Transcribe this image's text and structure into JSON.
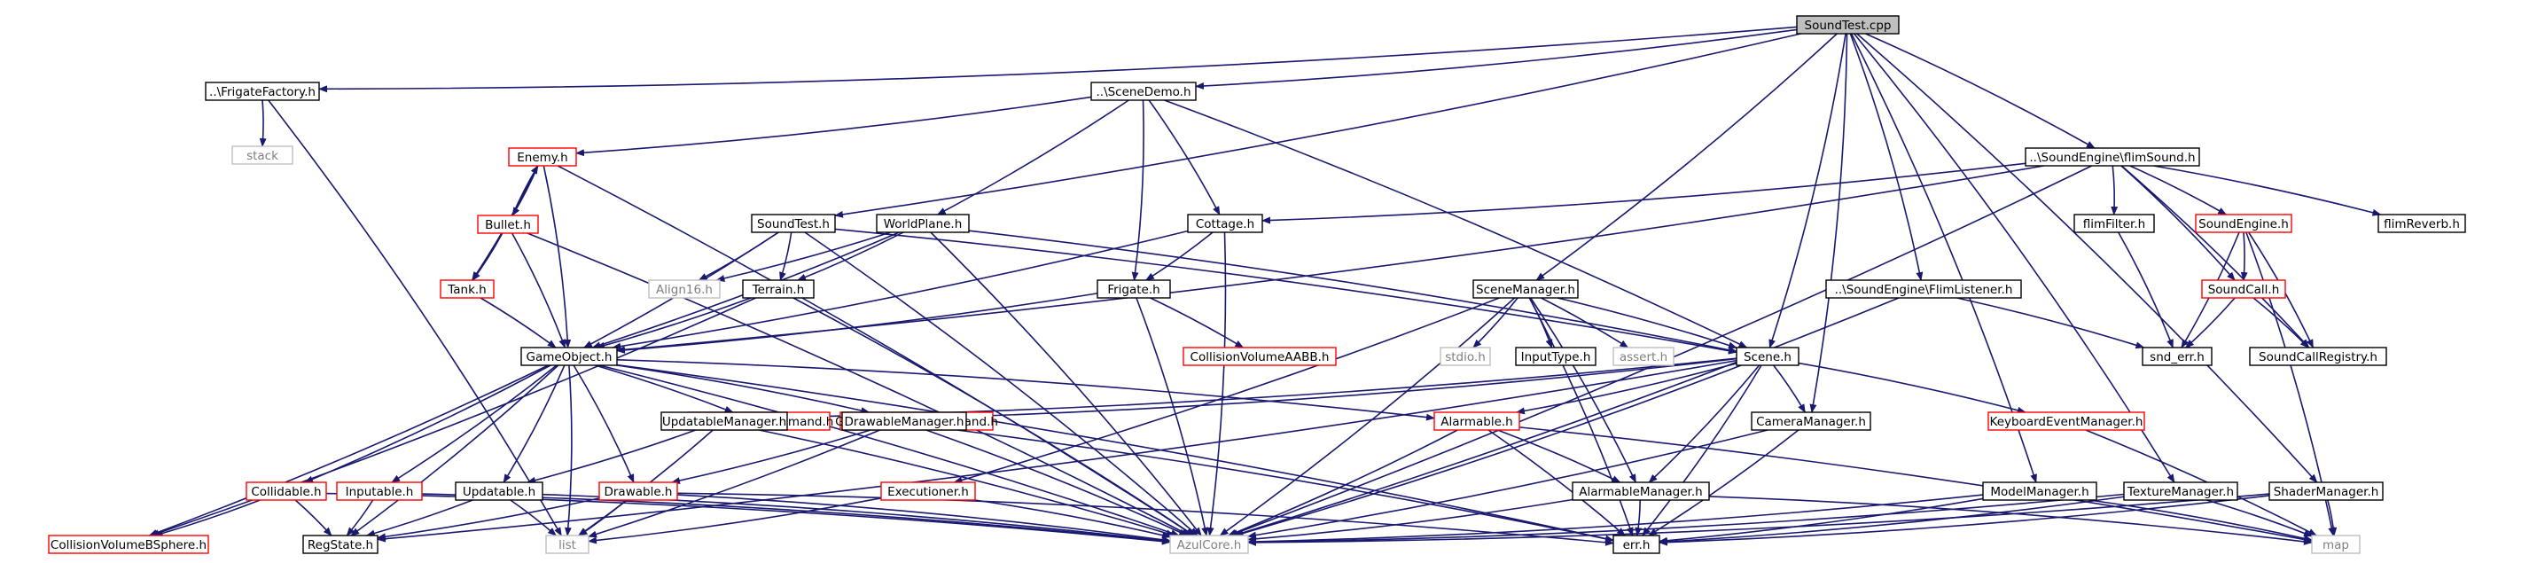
{
  "diagram": {
    "title": "",
    "colors": {
      "edge": "#191970",
      "root_fill": "#bfbfbf",
      "default_border": "#000000",
      "missing_border": "#ff0000",
      "system_border": "#bfbfbf",
      "system_text": "#7f7f7f",
      "node_fill": "#ffffff",
      "text": "#000000"
    },
    "nodes": [
      {
        "id": "soundtest_cpp",
        "label": "SoundTest.cpp",
        "kind": "root"
      },
      {
        "id": "frigatefactory",
        "label": "..\\FrigateFactory.h",
        "kind": "normal"
      },
      {
        "id": "stack",
        "label": "stack",
        "kind": "system"
      },
      {
        "id": "scenedemo",
        "label": "..\\SceneDemo.h",
        "kind": "normal"
      },
      {
        "id": "enemy",
        "label": "Enemy.h",
        "kind": "missing"
      },
      {
        "id": "bullet",
        "label": "Bullet.h",
        "kind": "missing"
      },
      {
        "id": "tank",
        "label": "Tank.h",
        "kind": "missing"
      },
      {
        "id": "soundtest_h",
        "label": "SoundTest.h",
        "kind": "normal"
      },
      {
        "id": "worldplane",
        "label": "WorldPlane.h",
        "kind": "normal"
      },
      {
        "id": "cottage",
        "label": "Cottage.h",
        "kind": "normal"
      },
      {
        "id": "align16",
        "label": "Align16.h",
        "kind": "system"
      },
      {
        "id": "terrain",
        "label": "Terrain.h",
        "kind": "normal"
      },
      {
        "id": "frigate",
        "label": "Frigate.h",
        "kind": "normal"
      },
      {
        "id": "collisionaabb",
        "label": "CollisionVolumeAABB.h",
        "kind": "missing"
      },
      {
        "id": "gameobject",
        "label": "GameObject.h",
        "kind": "normal"
      },
      {
        "id": "gameobjreg",
        "label": "GameobjRegCommand.h",
        "kind": "missing"
      },
      {
        "id": "gameobjdereg",
        "label": "GameobjDeregCommand.h",
        "kind": "missing"
      },
      {
        "id": "scenemanager",
        "label": "SceneManager.h",
        "kind": "normal"
      },
      {
        "id": "stdio",
        "label": "stdio.h",
        "kind": "system"
      },
      {
        "id": "inputtype",
        "label": "InputType.h",
        "kind": "normal"
      },
      {
        "id": "assert",
        "label": "assert.h",
        "kind": "system"
      },
      {
        "id": "scene",
        "label": "Scene.h",
        "kind": "normal"
      },
      {
        "id": "flimlistener",
        "label": "..\\SoundEngine\\FlimListener.h",
        "kind": "normal"
      },
      {
        "id": "flimsound",
        "label": "..\\SoundEngine\\flimSound.h",
        "kind": "normal"
      },
      {
        "id": "flimfilter",
        "label": "flimFilter.h",
        "kind": "normal"
      },
      {
        "id": "soundengine",
        "label": "SoundEngine.h",
        "kind": "missing"
      },
      {
        "id": "flimreverb",
        "label": "flimReverb.h",
        "kind": "normal"
      },
      {
        "id": "soundcall",
        "label": "SoundCall.h",
        "kind": "missing"
      },
      {
        "id": "snd_err",
        "label": "snd_err.h",
        "kind": "normal"
      },
      {
        "id": "soundcallregistry",
        "label": "SoundCallRegistry.h",
        "kind": "normal"
      },
      {
        "id": "keyboardevent",
        "label": "KeyboardEventManager.h",
        "kind": "missing"
      },
      {
        "id": "updatablemanager",
        "label": "UpdatableManager.h",
        "kind": "normal"
      },
      {
        "id": "drawablemanager",
        "label": "DrawableManager.h",
        "kind": "normal"
      },
      {
        "id": "alarmable",
        "label": "Alarmable.h",
        "kind": "missing"
      },
      {
        "id": "cameramanager",
        "label": "CameraManager.h",
        "kind": "normal"
      },
      {
        "id": "collidable",
        "label": "Collidable.h",
        "kind": "missing"
      },
      {
        "id": "inputable",
        "label": "Inputable.h",
        "kind": "missing"
      },
      {
        "id": "updatable",
        "label": "Updatable.h",
        "kind": "normal"
      },
      {
        "id": "drawable",
        "label": "Drawable.h",
        "kind": "missing"
      },
      {
        "id": "executioner",
        "label": "Executioner.h",
        "kind": "missing"
      },
      {
        "id": "alarmablemanager",
        "label": "AlarmableManager.h",
        "kind": "normal"
      },
      {
        "id": "modelmanager",
        "label": "ModelManager.h",
        "kind": "normal"
      },
      {
        "id": "texturemanager",
        "label": "TextureManager.h",
        "kind": "normal"
      },
      {
        "id": "shadermanager",
        "label": "ShaderManager.h",
        "kind": "normal"
      },
      {
        "id": "collisionbsphere",
        "label": "CollisionVolumeBSphere.h",
        "kind": "missing"
      },
      {
        "id": "regstate",
        "label": "RegState.h",
        "kind": "normal"
      },
      {
        "id": "list",
        "label": "list",
        "kind": "system"
      },
      {
        "id": "azulcore",
        "label": "AzulCore.h",
        "kind": "system"
      },
      {
        "id": "err",
        "label": "err.h",
        "kind": "normal"
      },
      {
        "id": "map",
        "label": "map",
        "kind": "system"
      }
    ],
    "edges": [
      [
        "soundtest_cpp",
        "frigatefactory"
      ],
      [
        "soundtest_cpp",
        "scenedemo"
      ],
      [
        "soundtest_cpp",
        "soundtest_h"
      ],
      [
        "soundtest_cpp",
        "scenemanager"
      ],
      [
        "soundtest_cpp",
        "scene"
      ],
      [
        "soundtest_cpp",
        "flimlistener"
      ],
      [
        "soundtest_cpp",
        "flimsound"
      ],
      [
        "soundtest_cpp",
        "cameramanager"
      ],
      [
        "soundtest_cpp",
        "modelmanager"
      ],
      [
        "soundtest_cpp",
        "texturemanager"
      ],
      [
        "soundtest_cpp",
        "shadermanager"
      ],
      [
        "frigatefactory",
        "stack"
      ],
      [
        "frigatefactory",
        "list"
      ],
      [
        "scenedemo",
        "enemy"
      ],
      [
        "scenedemo",
        "worldplane"
      ],
      [
        "scenedemo",
        "cottage"
      ],
      [
        "scenedemo",
        "frigate"
      ],
      [
        "scenedemo",
        "scene"
      ],
      [
        "enemy",
        "bullet"
      ],
      [
        "enemy",
        "gameobject"
      ],
      [
        "enemy",
        "azulcore"
      ],
      [
        "enemy",
        "tank"
      ],
      [
        "bullet",
        "enemy"
      ],
      [
        "bullet",
        "tank"
      ],
      [
        "bullet",
        "gameobject"
      ],
      [
        "bullet",
        "azulcore"
      ],
      [
        "tank",
        "gameobject"
      ],
      [
        "soundtest_h",
        "align16"
      ],
      [
        "soundtest_h",
        "terrain"
      ],
      [
        "soundtest_h",
        "gameobject"
      ],
      [
        "soundtest_h",
        "scene"
      ],
      [
        "soundtest_h",
        "azulcore"
      ],
      [
        "worldplane",
        "align16"
      ],
      [
        "worldplane",
        "terrain"
      ],
      [
        "worldplane",
        "gameobject"
      ],
      [
        "worldplane",
        "azulcore"
      ],
      [
        "worldplane",
        "scene"
      ],
      [
        "cottage",
        "frigate"
      ],
      [
        "cottage",
        "gameobject"
      ],
      [
        "cottage",
        "azulcore"
      ],
      [
        "terrain",
        "gameobject"
      ],
      [
        "terrain",
        "collisionbsphere"
      ],
      [
        "terrain",
        "azulcore"
      ],
      [
        "frigate",
        "collisionaabb"
      ],
      [
        "frigate",
        "gameobject"
      ],
      [
        "frigate",
        "azulcore"
      ],
      [
        "flimsound",
        "cottage"
      ],
      [
        "flimsound",
        "gameobject"
      ],
      [
        "flimsound",
        "flimfilter"
      ],
      [
        "flimsound",
        "soundengine"
      ],
      [
        "flimsound",
        "flimreverb"
      ],
      [
        "flimsound",
        "soundcall"
      ],
      [
        "flimsound",
        "soundcallregistry"
      ],
      [
        "flimsound",
        "azulcore"
      ],
      [
        "flimfilter",
        "snd_err"
      ],
      [
        "soundengine",
        "soundcall"
      ],
      [
        "soundengine",
        "snd_err"
      ],
      [
        "soundengine",
        "soundcallregistry"
      ],
      [
        "soundengine",
        "map"
      ],
      [
        "soundcall",
        "snd_err"
      ],
      [
        "soundcall",
        "soundcallregistry"
      ],
      [
        "flimlistener",
        "snd_err"
      ],
      [
        "flimlistener",
        "azulcore"
      ],
      [
        "scenemanager",
        "stdio"
      ],
      [
        "scenemanager",
        "inputtype"
      ],
      [
        "scenemanager",
        "assert"
      ],
      [
        "scenemanager",
        "scene"
      ],
      [
        "scenemanager",
        "executioner"
      ],
      [
        "scenemanager",
        "alarmablemanager"
      ],
      [
        "scenemanager",
        "azulcore"
      ],
      [
        "scenemanager",
        "err"
      ],
      [
        "gameobject",
        "gameobjreg"
      ],
      [
        "gameobject",
        "gameobjdereg"
      ],
      [
        "gameobject",
        "alarmable"
      ],
      [
        "gameobject",
        "collidable"
      ],
      [
        "gameobject",
        "inputable"
      ],
      [
        "gameobject",
        "updatable"
      ],
      [
        "gameobject",
        "drawable"
      ],
      [
        "gameobject",
        "regstate"
      ],
      [
        "gameobject",
        "azulcore"
      ],
      [
        "gameobject",
        "err"
      ],
      [
        "gameobject",
        "list"
      ],
      [
        "gameobject",
        "collisionbsphere"
      ],
      [
        "scene",
        "updatablemanager"
      ],
      [
        "scene",
        "drawablemanager"
      ],
      [
        "scene",
        "alarmable"
      ],
      [
        "scene",
        "keyboardevent"
      ],
      [
        "scene",
        "cameramanager"
      ],
      [
        "scene",
        "alarmablemanager"
      ],
      [
        "scene",
        "azulcore"
      ],
      [
        "scene",
        "err"
      ],
      [
        "scene",
        "regstate"
      ],
      [
        "keyboardevent",
        "map"
      ],
      [
        "updatablemanager",
        "updatable"
      ],
      [
        "updatablemanager",
        "list"
      ],
      [
        "updatablemanager",
        "azulcore"
      ],
      [
        "drawablemanager",
        "drawable"
      ],
      [
        "drawablemanager",
        "list"
      ],
      [
        "drawablemanager",
        "azulcore"
      ],
      [
        "drawablemanager",
        "err"
      ],
      [
        "alarmable",
        "alarmablemanager"
      ],
      [
        "alarmable",
        "azulcore"
      ],
      [
        "alarmable",
        "err"
      ],
      [
        "alarmable",
        "map"
      ],
      [
        "cameramanager",
        "azulcore"
      ],
      [
        "cameramanager",
        "err"
      ],
      [
        "collidable",
        "regstate"
      ],
      [
        "collidable",
        "collisionbsphere"
      ],
      [
        "collidable",
        "azulcore"
      ],
      [
        "inputable",
        "regstate"
      ],
      [
        "inputable",
        "azulcore"
      ],
      [
        "updatable",
        "regstate"
      ],
      [
        "updatable",
        "list"
      ],
      [
        "updatable",
        "azulcore"
      ],
      [
        "drawable",
        "regstate"
      ],
      [
        "drawable",
        "list"
      ],
      [
        "drawable",
        "azulcore"
      ],
      [
        "drawable",
        "err"
      ],
      [
        "executioner",
        "list"
      ],
      [
        "executioner",
        "azulcore"
      ],
      [
        "alarmablemanager",
        "err"
      ],
      [
        "alarmablemanager",
        "map"
      ],
      [
        "alarmablemanager",
        "azulcore"
      ],
      [
        "modelmanager",
        "map"
      ],
      [
        "modelmanager",
        "azulcore"
      ],
      [
        "modelmanager",
        "err"
      ],
      [
        "texturemanager",
        "map"
      ],
      [
        "texturemanager",
        "azulcore"
      ],
      [
        "texturemanager",
        "err"
      ],
      [
        "shadermanager",
        "map"
      ],
      [
        "shadermanager",
        "azulcore"
      ],
      [
        "shadermanager",
        "err"
      ]
    ]
  }
}
